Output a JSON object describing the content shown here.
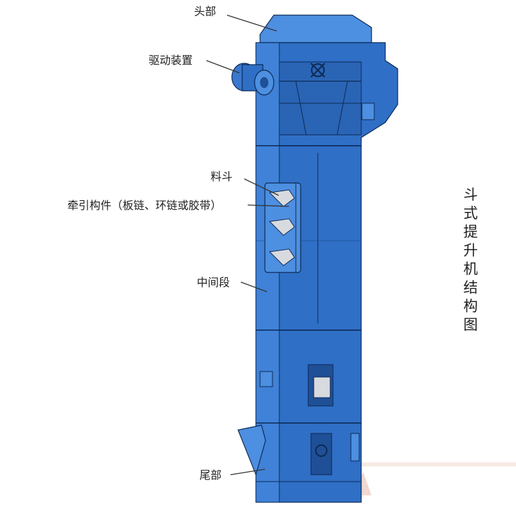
{
  "diagram": {
    "side_title": "斗式提升机结构图",
    "labels": {
      "head": "头部",
      "drive": "驱动装置",
      "bucket": "料斗",
      "traction": "牵引构件（板链、环链或胶带）",
      "middle": "中间段",
      "tail": "尾部"
    },
    "colors": {
      "body": "#2f6fc6",
      "body_light": "#4d8fe0",
      "body_dark": "#1f4f96",
      "line": "#0d2a55",
      "bucket": "#d7dadf",
      "watermark": "#e8b8a8"
    }
  }
}
